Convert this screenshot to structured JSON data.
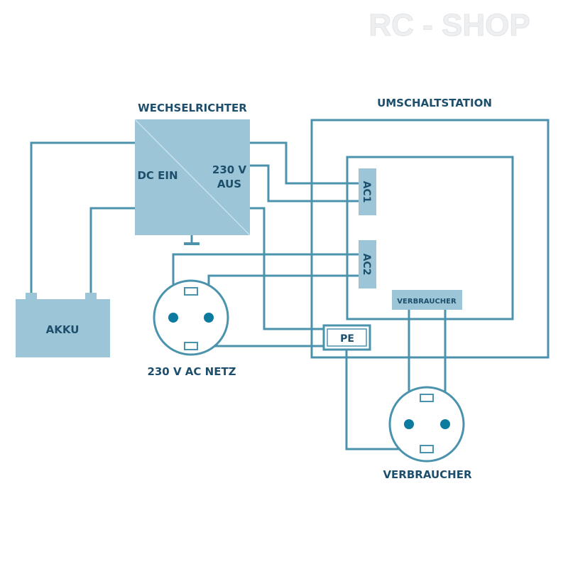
{
  "watermark": "RC - SHOP",
  "colors": {
    "line": "#4b93ad",
    "block_fill": "#9cc6d8",
    "block_edge": "#87b7cb",
    "text": "#1d4f6c",
    "pin_fill": "#0d7aa0",
    "background": "#ffffff",
    "watermark": "#eeeff1"
  },
  "blocks": {
    "inverter": {
      "title": "WECHSELRICHTER",
      "input_label": "DC EIN",
      "output_label_1": "230 V",
      "output_label_2": "AUS"
    },
    "battery": {
      "label": "AKKU"
    },
    "switch_station": {
      "title": "UMSCHALTSTATION",
      "ac1": "AC1",
      "ac2": "AC2",
      "consumer_port": "VERBRAUCHER"
    },
    "pe": {
      "label": "PE"
    },
    "mains_socket": {
      "label": "230 V AC NETZ"
    },
    "consumer_socket": {
      "label": "VERBRAUCHER"
    }
  }
}
